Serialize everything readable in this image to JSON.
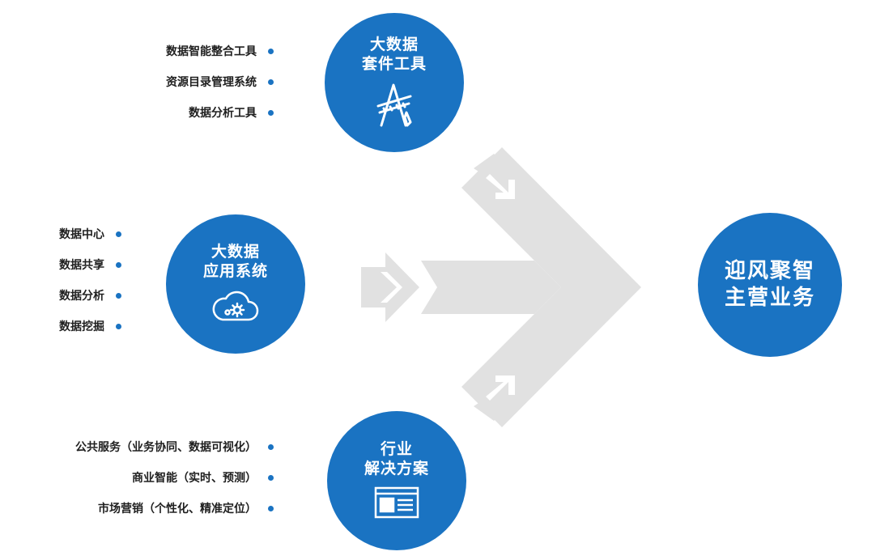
{
  "core": {
    "line1": "迎风聚智",
    "line2": "主营业务"
  },
  "suite": {
    "line1": "大数据",
    "line2": "套件工具",
    "icon": "design-tools-icon",
    "items": [
      "数据智能整合工具",
      "资源目录管理系统",
      "数据分析工具"
    ]
  },
  "app_system": {
    "line1": "大数据",
    "line2": "应用系统",
    "icon": "cloud-gear-icon",
    "items": [
      "数据中心",
      "数据共享",
      "数据分析",
      "数据挖掘"
    ]
  },
  "industry": {
    "line1": "行业",
    "line2": "解决方案",
    "icon": "document-card-icon",
    "items": [
      "公共服务（业务协同、数据可视化）",
      "商业智能（实时、预测）",
      "市场营销（个性化、精准定位）"
    ]
  },
  "colors": {
    "circle": "#1a73c2",
    "arrow": "#e1e1e1",
    "dot": "#1a73c2",
    "text": "#1f1f1f"
  }
}
